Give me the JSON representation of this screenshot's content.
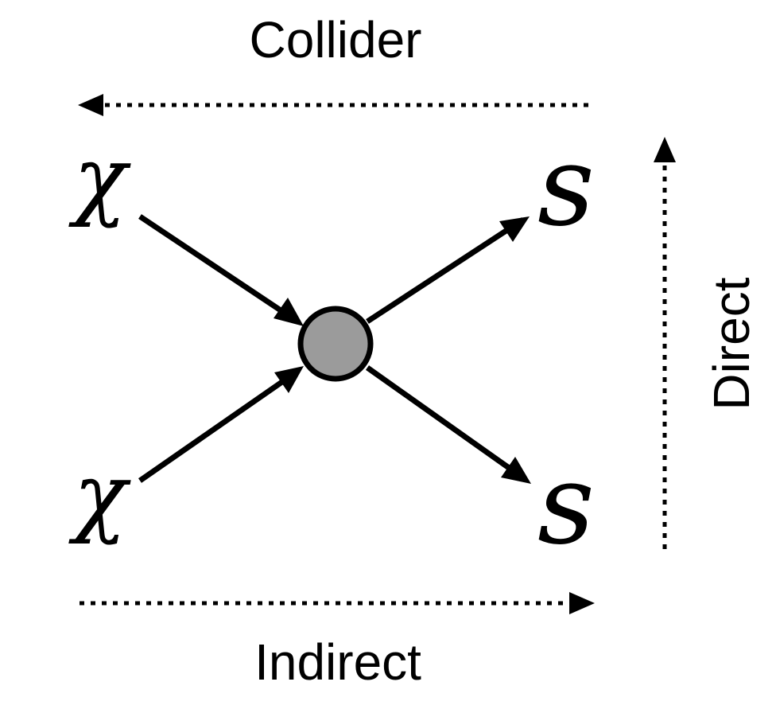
{
  "diagram": {
    "labels": {
      "collider": "Collider",
      "indirect": "Indirect",
      "direct": "Direct"
    },
    "particles": {
      "in_top": "χ",
      "in_bottom": "χ",
      "out_top": "s",
      "out_bottom": "s"
    },
    "colors": {
      "line": "#000000",
      "vertex_fill": "#9b9b9b",
      "background": "#ffffff"
    }
  }
}
